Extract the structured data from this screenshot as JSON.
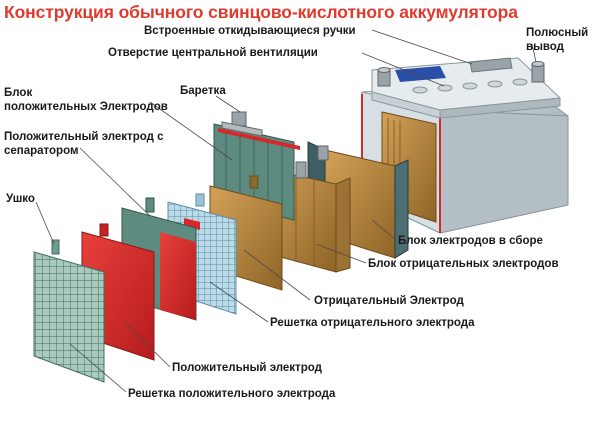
{
  "title": "Конструкция обычного свинцово-кислотного аккумулятора",
  "labels": {
    "handles": "Встроенные откидывающиеся ручки",
    "terminal_1": "Полюсный",
    "terminal_2": "вывод",
    "vent": "Отверстие центральной вентиляции",
    "bar": "Баретка",
    "pos_block_1": "Блок",
    "pos_block_2": "положительных Электродов",
    "pos_sep_1": "Положительный электрод с",
    "pos_sep_2": "сепаратором",
    "lug": "Ушко",
    "assembly": "Блок электродов в сборе",
    "neg_block": "Блок отрицательных электродов",
    "neg_electrode": "Отрицательный Электрод",
    "neg_grid": "Решетка отрицательного электрода",
    "pos_electrode": "Положительный электрод",
    "pos_grid": "Решетка положительного электрода"
  },
  "colors": {
    "title": "#e03a2c",
    "case": "#c9d2d6",
    "lid": "#dfe6e9",
    "plate_brown": "#b8863a",
    "plate_red": "#d8282a",
    "grid_green": "#6f9a8e",
    "grid_blue": "#9cc3d6",
    "terminal": "#9aa3a8"
  }
}
